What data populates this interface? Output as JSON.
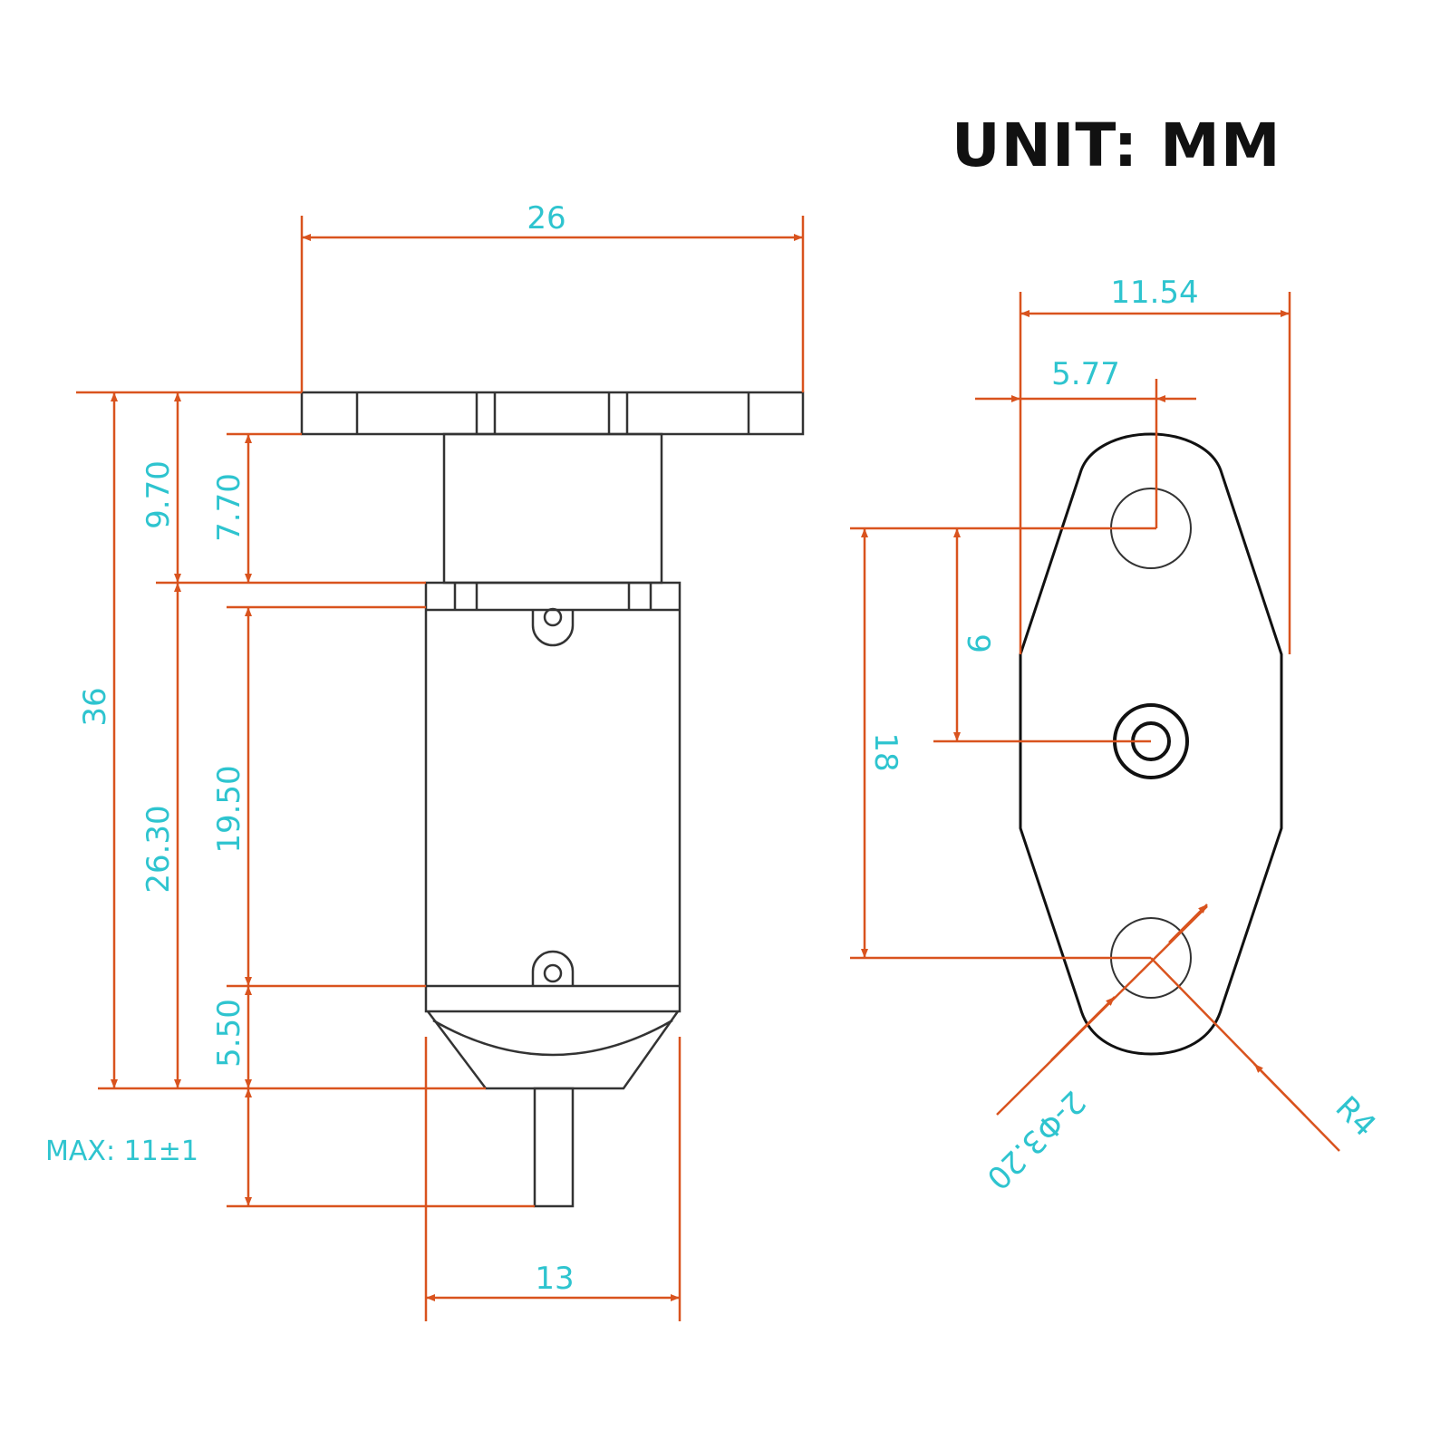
{
  "title": "UNIT: MM",
  "colors": {
    "outline": "#111111",
    "dimension_line": "#d9531e",
    "dimension_text": "#2ec4cf"
  },
  "side_view": {
    "width_flange": "26",
    "height_total": "36",
    "height_upper": "9.70",
    "height_neck": "7.70",
    "height_lower": "26.30",
    "height_body": "19.50",
    "height_cap": "5.50",
    "shaft_note": "MAX: 11±1",
    "width_body": "13"
  },
  "end_view": {
    "width_total": "11.54",
    "width_half": "5.77",
    "hole_spacing": "18",
    "center_offset": "9",
    "hole_diameter": "2-Φ3.20",
    "radius": "R4"
  }
}
